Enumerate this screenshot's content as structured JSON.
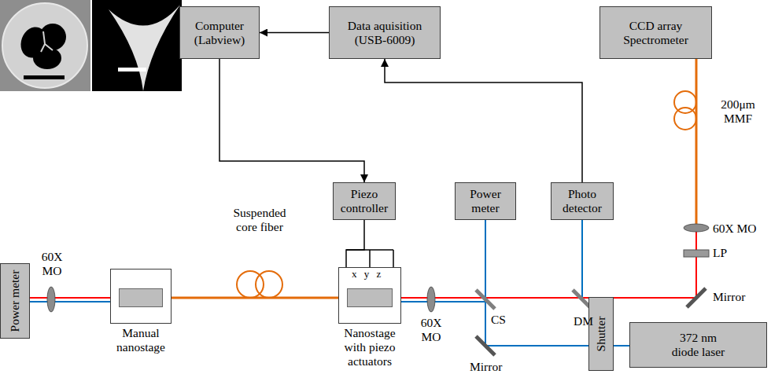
{
  "diagram": {
    "nodes": [
      {
        "text": [
          "Computer (Labview)"
        ]
      },
      {
        "text": [
          "Data aquisition (USB-6009)"
        ]
      },
      {
        "text": [
          "CCD array Spectrometer"
        ]
      },
      {
        "text": [
          "Piezo controller"
        ]
      },
      {
        "text": [
          "Power meter"
        ]
      },
      {
        "text": [
          "Photo detector"
        ]
      },
      {
        "text": [
          "Power meter"
        ]
      },
      {
        "text": [
          "Manual nanostage"
        ]
      },
      {
        "text": [
          "Nanostage with piezo actuators"
        ]
      },
      {
        "text": [
          "Shutter"
        ]
      },
      {
        "text": [
          "372 nm diode laser"
        ]
      }
    ],
    "edges": [
      {
        "from": 1,
        "to": 0,
        "arrow": "to"
      },
      {
        "from": 0,
        "to": 3,
        "arrow": "to"
      },
      {
        "from": 5,
        "to": 1,
        "arrow": "to"
      },
      {
        "from": 3,
        "to": 8,
        "arrow": "none"
      },
      {
        "from": 6,
        "to": 7,
        "arrow": "none"
      },
      {
        "from": 7,
        "to": 8,
        "arrow": "none"
      },
      {
        "from": 10,
        "to": 9,
        "arrow": "none"
      }
    ],
    "labels": [
      "60X MO",
      "Suspended core fiber",
      "x y z",
      "60X MO",
      "CS",
      "DM",
      "Mirror",
      "LP",
      "Mirror",
      "60X MO",
      "200μm MMF"
    ]
  }
}
